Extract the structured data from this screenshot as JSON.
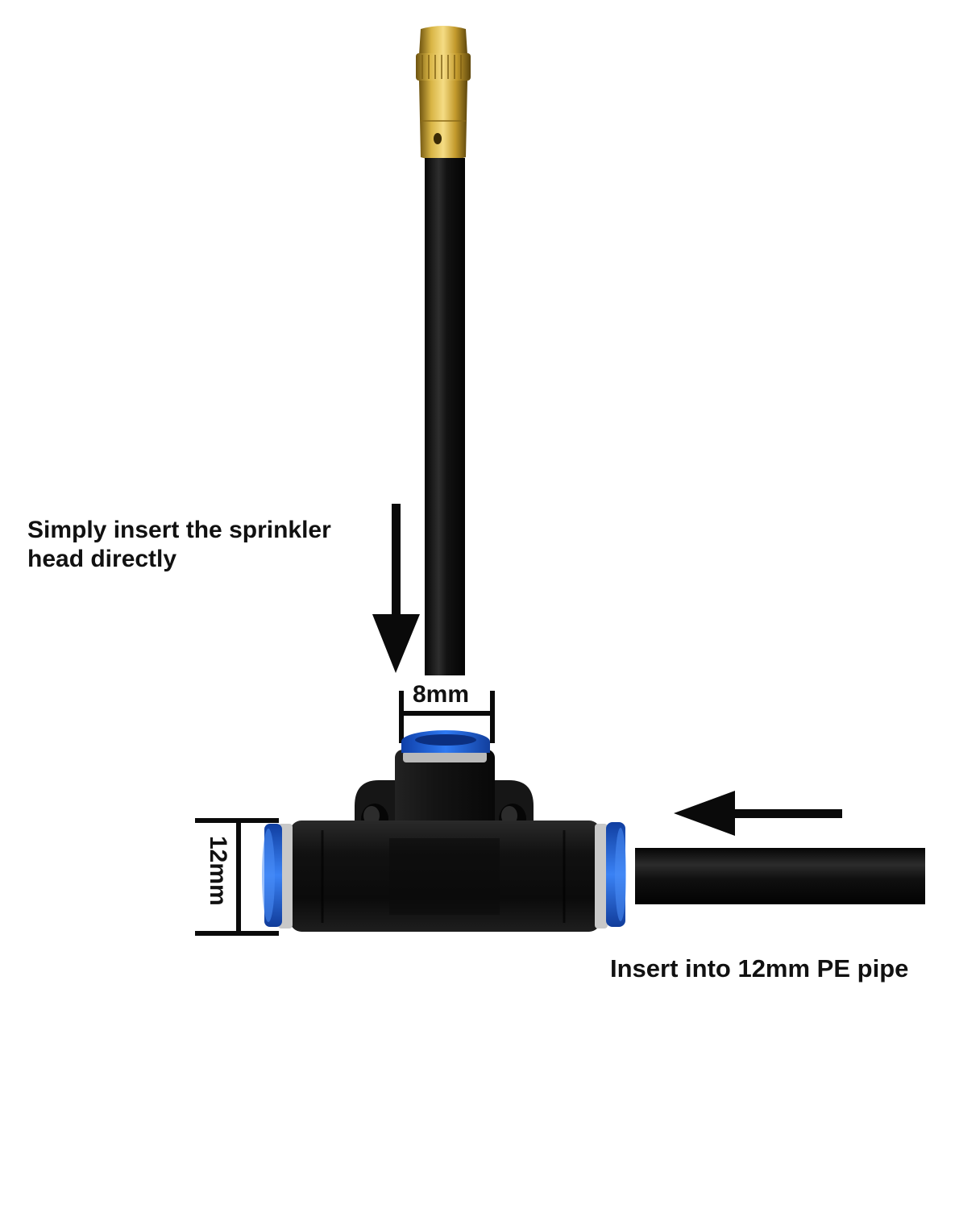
{
  "labels": {
    "insert_line1": "Simply insert the sprinkler",
    "insert_line2": "head directly",
    "pipe_instruction": "Insert into 12mm PE pipe",
    "dim_small": "8mm",
    "dim_large": "12mm"
  },
  "colors": {
    "background": "#ffffff",
    "text": "#111111",
    "fitting": "#141414",
    "brass": "#c9a236",
    "release_ring": "#1f63e6",
    "tube": "#101010"
  },
  "icons": {
    "down_arrow": "arrow-down-icon",
    "left_arrow": "arrow-left-icon"
  }
}
